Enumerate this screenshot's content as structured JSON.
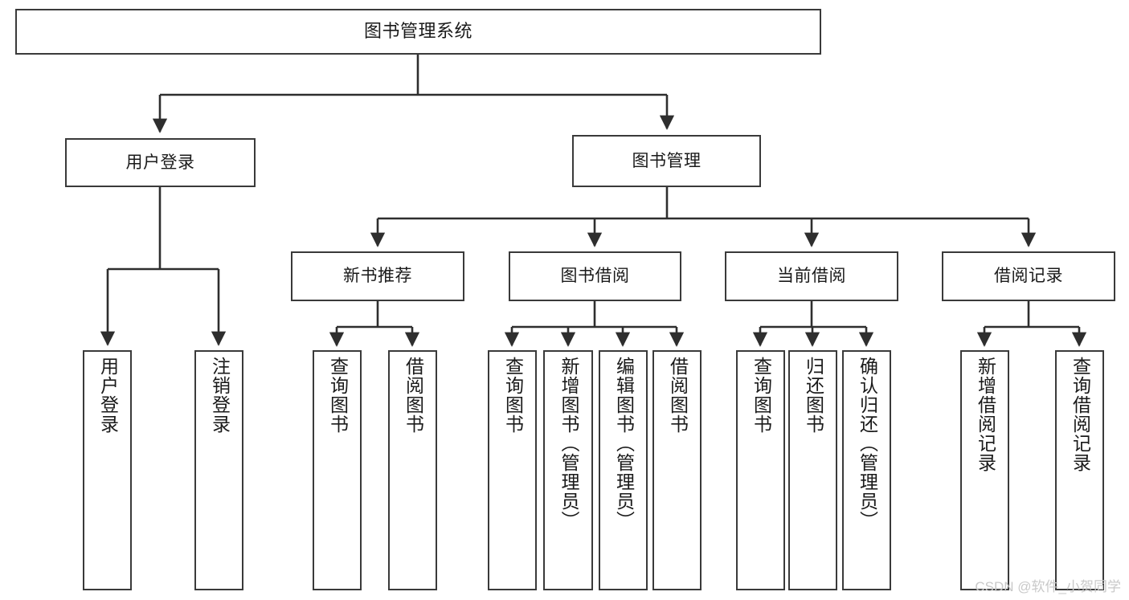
{
  "diagram": {
    "type": "tree",
    "title": "图书管理系统",
    "orientation": "top-down",
    "colors": {
      "box_border": "#3a3a3a",
      "box_fill": "#ffffff",
      "connector": "#2e2e2e",
      "text": "#1a1a1a",
      "watermark": "#c9c9c9",
      "background": "#ffffff"
    },
    "root": {
      "label": "图书管理系统"
    },
    "level1": [
      {
        "label": "用户登录"
      },
      {
        "label": "图书管理"
      }
    ],
    "level2": [
      {
        "label": "新书推荐"
      },
      {
        "label": "图书借阅"
      },
      {
        "label": "当前借阅"
      },
      {
        "label": "借阅记录"
      }
    ],
    "leaves": {
      "user_login": [
        {
          "label": "用户登录"
        },
        {
          "label": "注销登录"
        }
      ],
      "new_book_recommend": [
        {
          "label": "查询图书"
        },
        {
          "label": "借阅图书"
        }
      ],
      "book_borrow": [
        {
          "label": "查询图书"
        },
        {
          "label": "新增图书（管理员）"
        },
        {
          "label": "编辑图书（管理员）"
        },
        {
          "label": "借阅图书"
        }
      ],
      "current_borrow": [
        {
          "label": "查询图书"
        },
        {
          "label": "归还图书"
        },
        {
          "label": "确认归还（管理员）"
        }
      ],
      "borrow_record": [
        {
          "label": "新增借阅记录"
        },
        {
          "label": "查询借阅记录"
        }
      ]
    }
  },
  "watermark": {
    "text": "CSDN @软件_小贺同学"
  }
}
